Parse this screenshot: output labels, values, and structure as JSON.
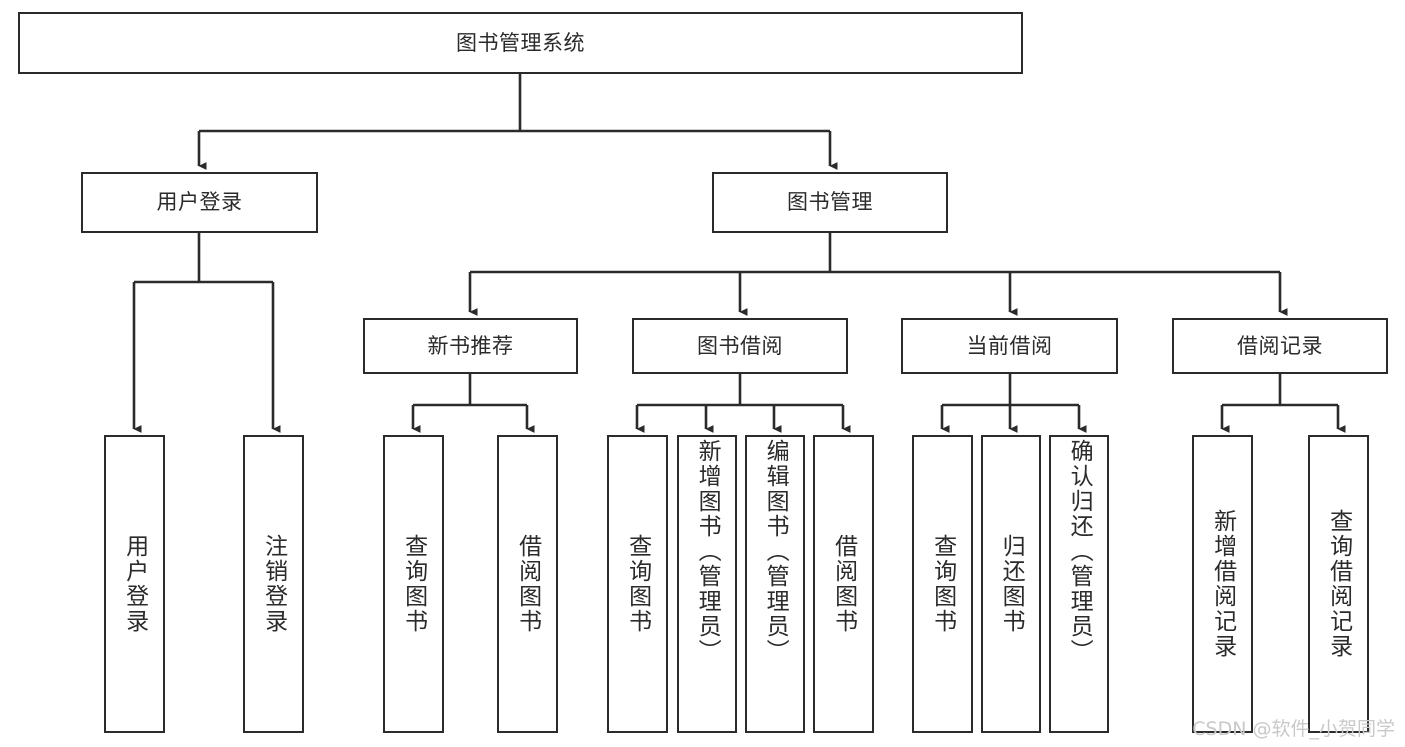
{
  "diagram": {
    "title": "图书管理系统",
    "root": {
      "label": "图书管理系统"
    },
    "tier2": [
      {
        "label": "用户登录"
      },
      {
        "label": "图书管理"
      }
    ],
    "tier3": [
      {
        "label": "新书推荐"
      },
      {
        "label": "图书借阅"
      },
      {
        "label": "当前借阅"
      },
      {
        "label": "借阅记录"
      }
    ],
    "leaves": {
      "user_login": [
        {
          "label": "用户登录"
        },
        {
          "label": "注销登录"
        }
      ],
      "new_book_recommend": [
        {
          "label": "查询图书"
        },
        {
          "label": "借阅图书"
        }
      ],
      "book_borrow": [
        {
          "label": "查询图书"
        },
        {
          "label": "新增图书（管理员）"
        },
        {
          "label": "编辑图书（管理员）"
        },
        {
          "label": "借阅图书"
        }
      ],
      "current_borrow": [
        {
          "label": "查询图书"
        },
        {
          "label": "归还图书"
        },
        {
          "label": "确认归还（管理员）"
        }
      ],
      "borrow_record": [
        {
          "label": "新增借阅记录"
        },
        {
          "label": "查询借阅记录"
        }
      ]
    }
  },
  "watermark": {
    "text": "CSDN @软件_小贺同学"
  },
  "colors": {
    "stroke": "#2b2b2b",
    "background": "#ffffff",
    "watermark": "#c9c9c9"
  }
}
